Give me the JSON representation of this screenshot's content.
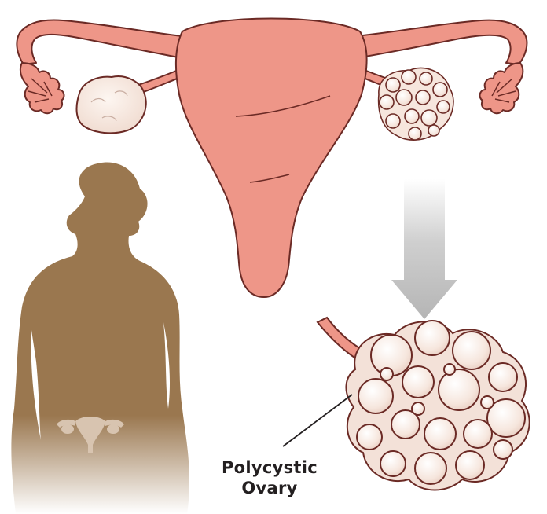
{
  "label": {
    "line1": "Polycystic",
    "line2": "Ovary"
  },
  "colors": {
    "uterus": "#ee9688",
    "uterus_outline": "#6b2a25",
    "ovary": "#f8ece4",
    "silhouette": "#9a774f",
    "arrow": "#bdbdbd",
    "label_text": "#231f20"
  },
  "icons": [
    "uterus-illustration",
    "normal-ovary",
    "polycystic-ovary",
    "woman-silhouette",
    "down-arrow",
    "enlarged-ovary"
  ]
}
